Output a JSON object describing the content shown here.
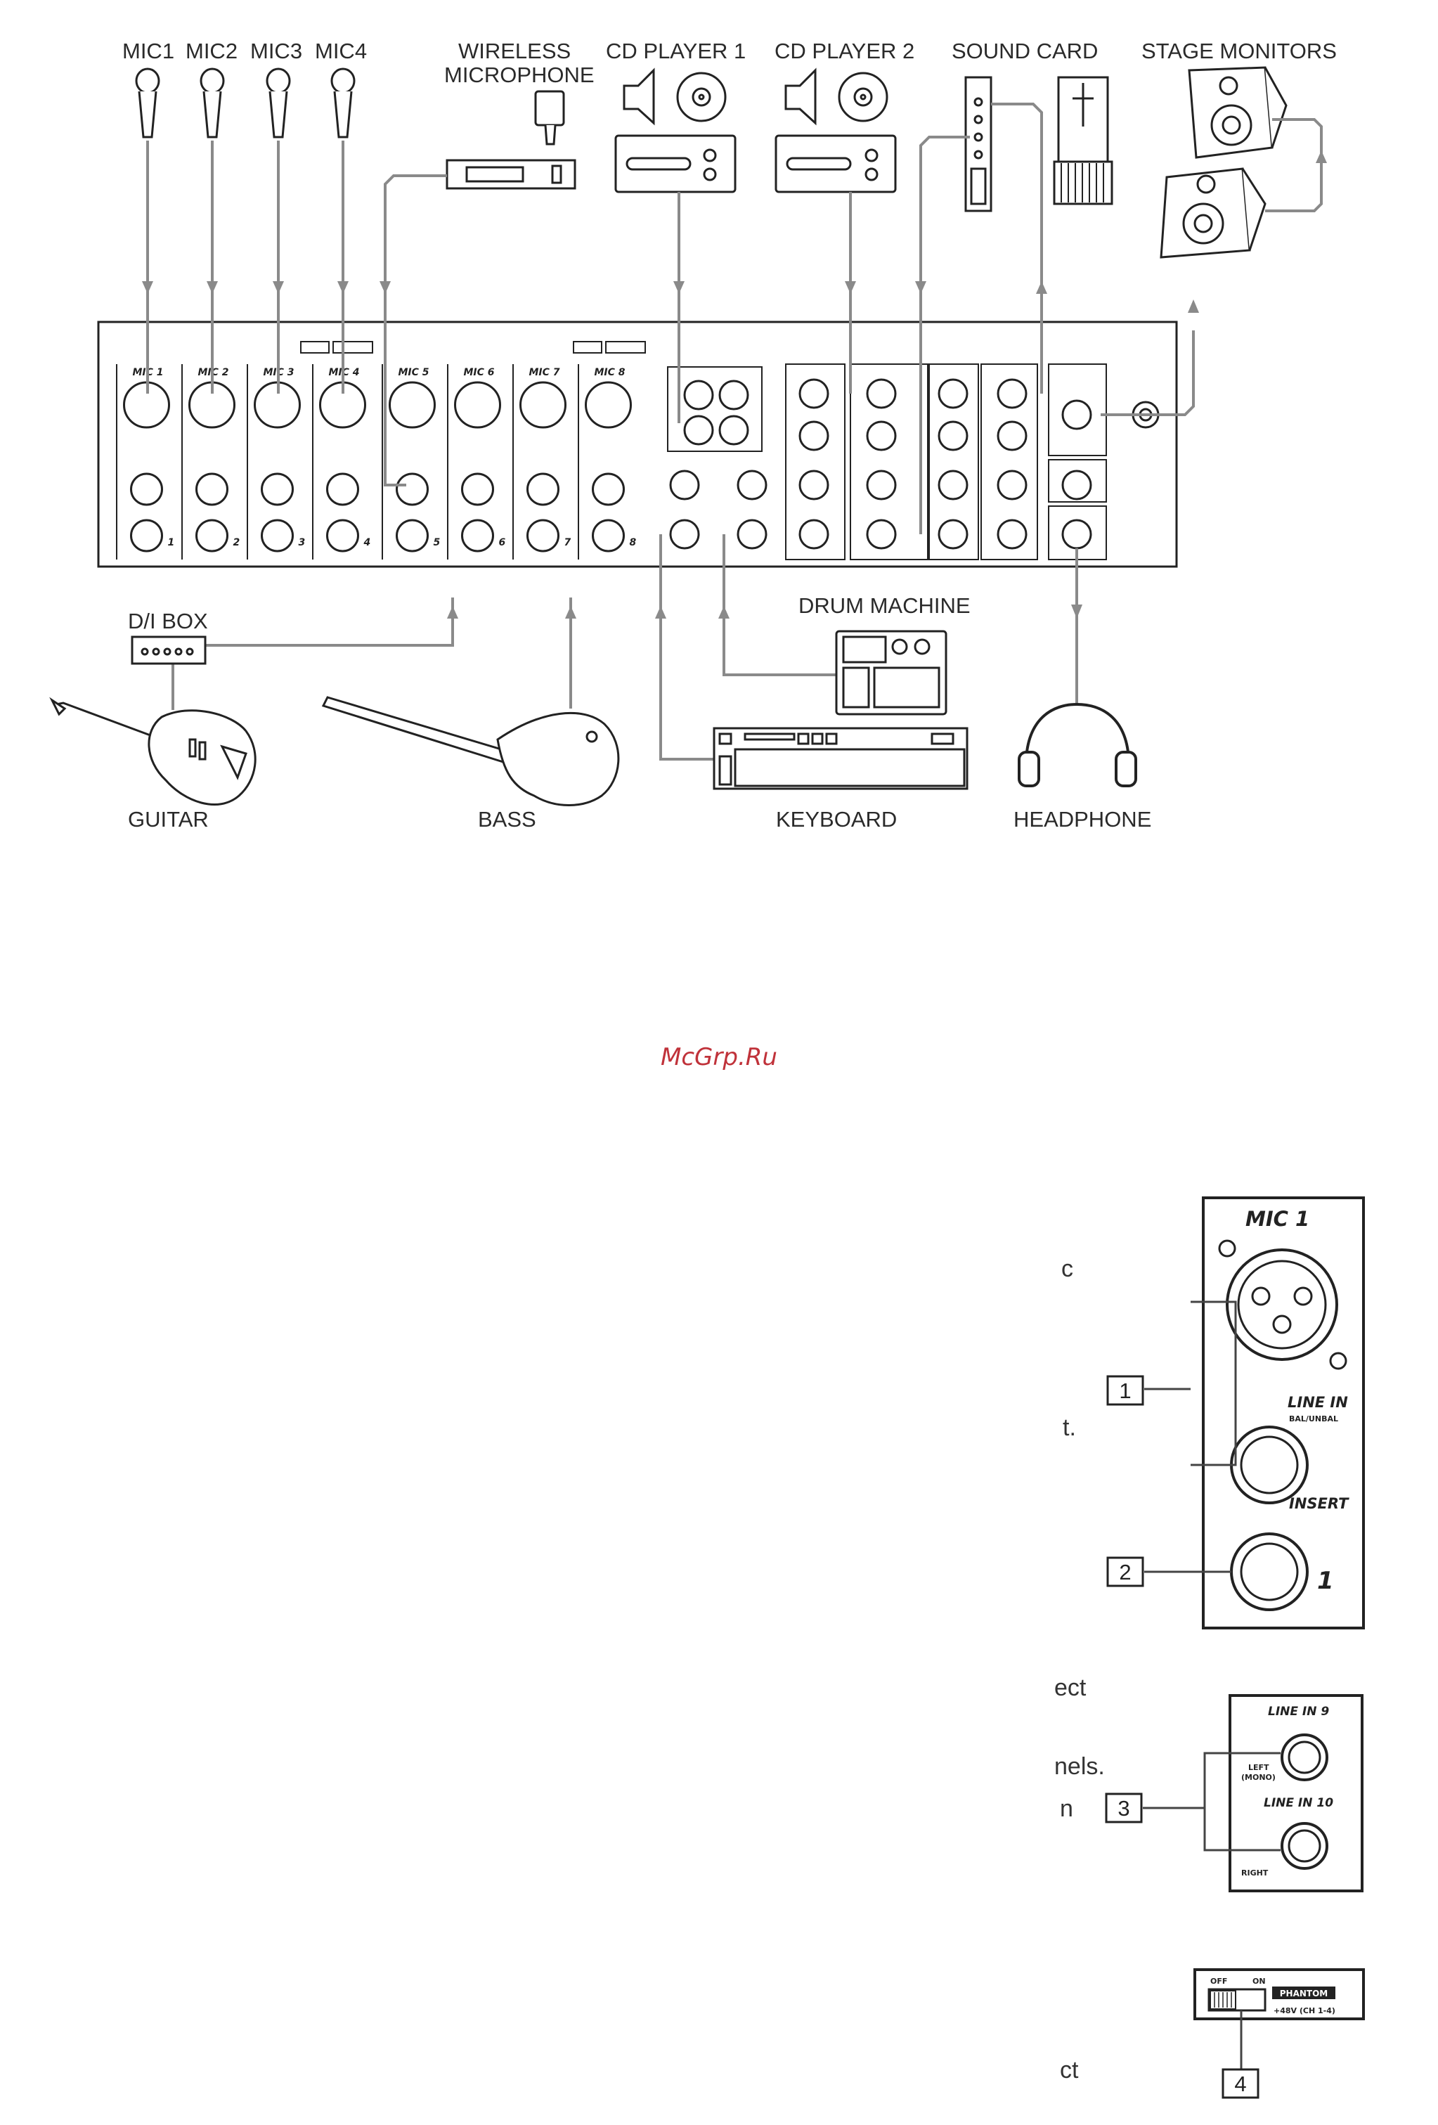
{
  "diagram": {
    "sources": {
      "mic1": "MIC1",
      "mic2": "MIC2",
      "mic3": "MIC3",
      "mic4": "MIC4",
      "wireless_line1": "WIRELESS",
      "wireless_line2": "MICROPHONE",
      "cd1": "CD PLAYER 1",
      "cd2": "CD PLAYER 2",
      "sound_card": "SOUND CARD",
      "stage_monitors": "STAGE MONITORS"
    },
    "bottom": {
      "di_box": "D/I BOX",
      "guitar": "GUITAR",
      "bass": "BASS",
      "drum_machine": "DRUM MACHINE",
      "keyboard": "KEYBOARD",
      "headphone": "HEADPHONE"
    },
    "channels": [
      "MIC 1",
      "MIC 2",
      "MIC 3",
      "MIC 4",
      "MIC 5",
      "MIC 6",
      "MIC 7",
      "MIC 8"
    ],
    "channel_numbers": [
      "1",
      "2",
      "3",
      "4",
      "5",
      "6",
      "7",
      "8"
    ]
  },
  "watermark": "McGrp.Ru",
  "detail_mic1": {
    "title": "MIC 1",
    "line_in": "LINE IN",
    "bal_unbal": "BAL/UNBAL",
    "insert": "INSERT",
    "channel_number": "1",
    "callout1": "1",
    "callout2": "2"
  },
  "detail_linein": {
    "line9": "LINE IN  9",
    "line10": "LINE IN  10",
    "left": "LEFT",
    "mono": "(MONO)",
    "right": "RIGHT",
    "callout3": "3"
  },
  "detail_phantom": {
    "off": "OFF",
    "on": "ON",
    "phantom": "PHANTOM",
    "range": "+48V (CH 1-4)",
    "callout4": "4"
  },
  "cut_text": {
    "f1": "c",
    "f2": "t.",
    "f3": "ect",
    "f4": "nels.",
    "f5": "n",
    "f6": "ct"
  }
}
